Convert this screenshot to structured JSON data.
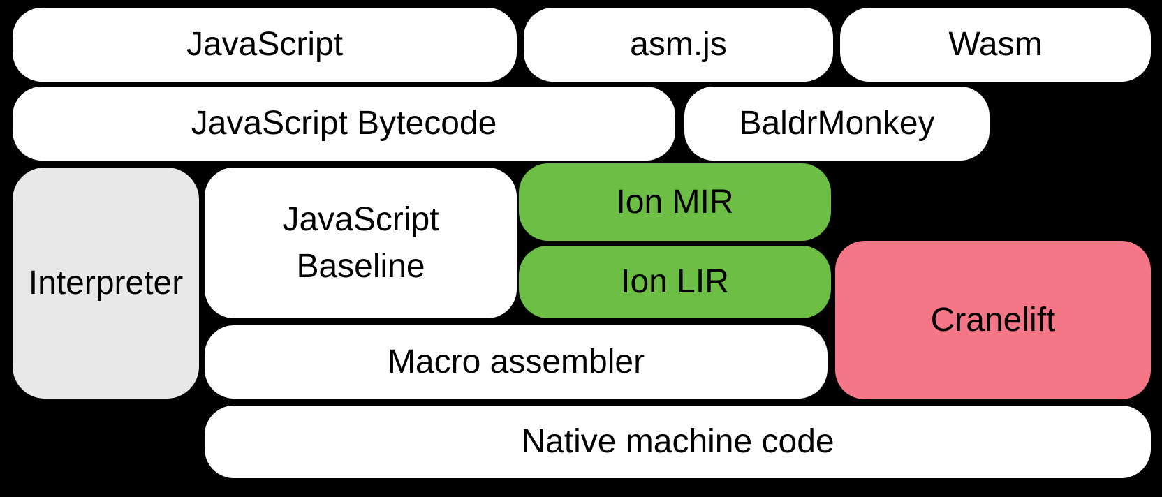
{
  "boxes": {
    "javascript": {
      "label": "JavaScript",
      "color": "#ffffff"
    },
    "asmjs": {
      "label": "asm.js",
      "color": "#ffffff"
    },
    "wasm": {
      "label": "Wasm",
      "color": "#ffffff"
    },
    "javascript_bytecode": {
      "label": "JavaScript Bytecode",
      "color": "#ffffff"
    },
    "baldrmonkey": {
      "label": "BaldrMonkey",
      "color": "#ffffff"
    },
    "interpreter": {
      "label": "Interpreter",
      "color": "#e8e8e8"
    },
    "javascript_baseline": {
      "label": "JavaScript Baseline",
      "lines": [
        "JavaScript",
        "Baseline"
      ],
      "color": "#ffffff"
    },
    "ion_mir": {
      "label": "Ion MIR",
      "color": "#6cbe45"
    },
    "ion_lir": {
      "label": "Ion LIR",
      "color": "#6cbe45"
    },
    "cranelift": {
      "label": "Cranelift",
      "color": "#f57787"
    },
    "macro_assembler": {
      "label": "Macro assembler",
      "color": "#ffffff"
    },
    "native_machine_code": {
      "label": "Native machine code",
      "color": "#ffffff"
    }
  },
  "colors": {
    "background": "#000000",
    "text": "#000000",
    "white_box": "#ffffff",
    "gray_box": "#e8e8e8",
    "green_box": "#6cbe45",
    "pink_box": "#f57787"
  }
}
